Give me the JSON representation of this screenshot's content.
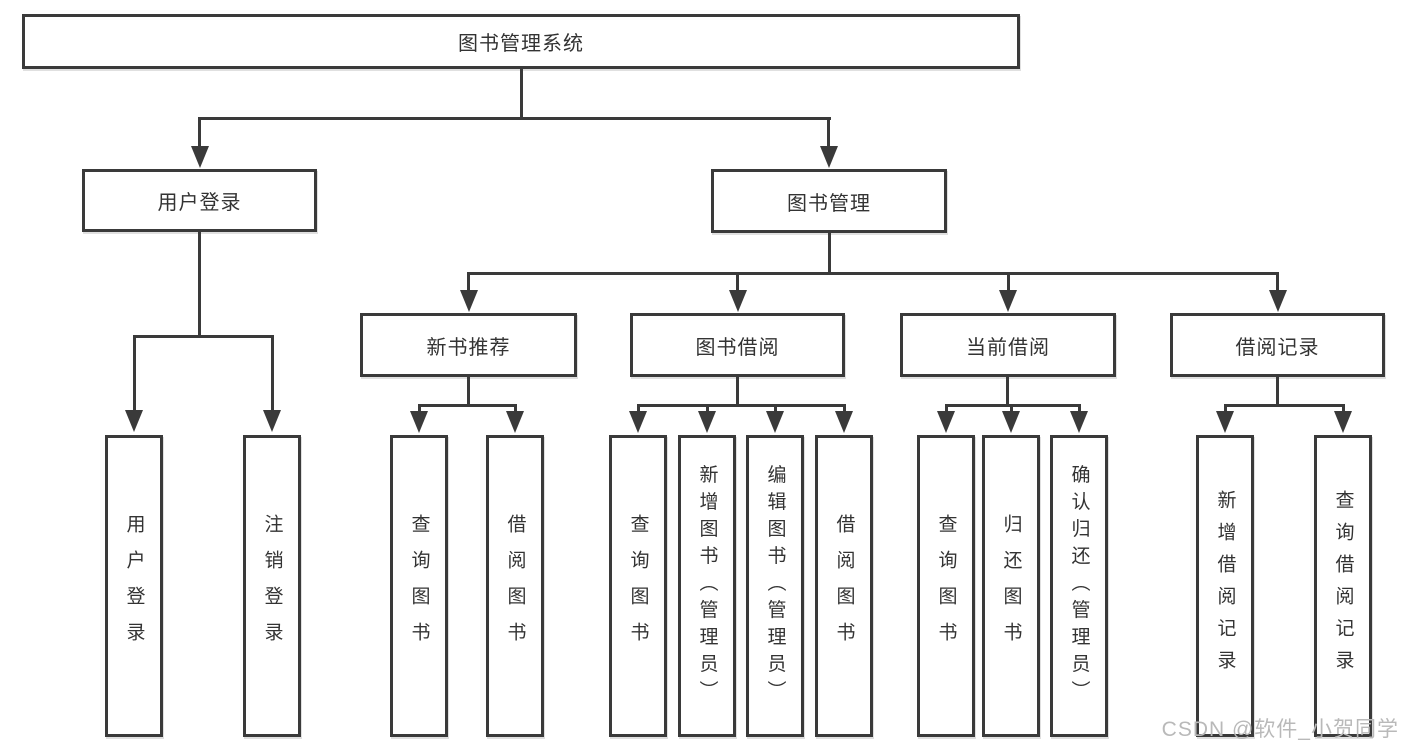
{
  "diagram": {
    "root": "图书管理系统",
    "user_branch": {
      "label": "用户登录",
      "children": [
        "用户登录",
        "注销登录"
      ]
    },
    "book_branch": {
      "label": "图书管理",
      "sections": [
        {
          "label": "新书推荐",
          "children": [
            "查询图书",
            "借阅图书"
          ]
        },
        {
          "label": "图书借阅",
          "children": [
            "查询图书",
            "新增图书（管理员）",
            "编辑图书（管理员）",
            "借阅图书"
          ]
        },
        {
          "label": "当前借阅",
          "children": [
            "查询图书",
            "归还图书",
            "确认归还（管理员）"
          ]
        },
        {
          "label": "借阅记录",
          "children": [
            "新增借阅记录",
            "查询借阅记录"
          ]
        }
      ]
    }
  },
  "watermark": {
    "text": "CSDN @软件_小贺同学"
  },
  "colors": {
    "line": "#3a3a3a",
    "text": "#333333",
    "box_bg": "#ffffff",
    "watermark": "#b9b9b9"
  }
}
